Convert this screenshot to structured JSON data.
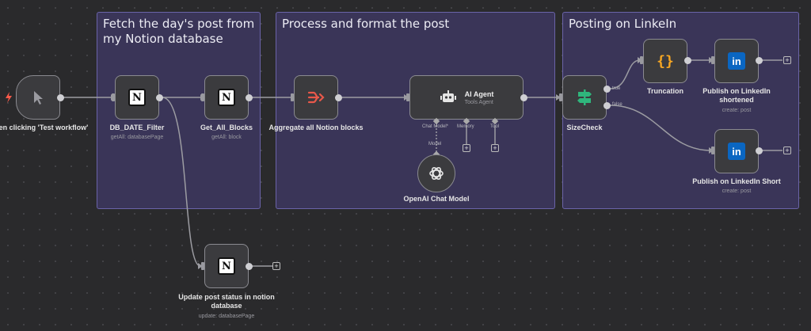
{
  "stickies": [
    {
      "title": "Fetch the day's post from my Notion database"
    },
    {
      "title": "Process and format the post"
    },
    {
      "title": "Posting on LinkeIn"
    }
  ],
  "nodes": {
    "trigger": {
      "label": "When clicking 'Test workflow'",
      "icon": "cursor-icon",
      "color": "#ff6d5a"
    },
    "db_date_filter": {
      "label": "DB_DATE_Filter",
      "sub": "getAll: databasePage",
      "icon": "notion-icon"
    },
    "get_all_blocks": {
      "label": "Get_All_Blocks",
      "sub": "getAll: block",
      "icon": "notion-icon"
    },
    "update_status": {
      "label": "Update post status in notion database",
      "sub": "update: databasePage",
      "icon": "notion-icon"
    },
    "aggregate": {
      "label": "Aggregate all Notion blocks",
      "icon": "aggregate-icon",
      "color": "#e8584a"
    },
    "ai_agent": {
      "label": "AI Agent",
      "sub": "Tools Agent",
      "icon": "robot-icon",
      "ports": {
        "chat_model": "Chat Model*",
        "memory": "Memory",
        "tool": "Tool"
      }
    },
    "openai": {
      "label": "OpenAI Chat Model",
      "port_label": "Model",
      "icon": "openai-icon"
    },
    "sizecheck": {
      "label": "SizeCheck",
      "icon": "if-icon",
      "color": "#2fb67c",
      "branch_true": "true",
      "branch_false": "false"
    },
    "truncation": {
      "label": "Truncation",
      "glyph": "{}",
      "icon": "code-icon",
      "color": "#f5a623"
    },
    "publish_shortened": {
      "label": "Publish on LinkedIn shortened",
      "sub": "create: post",
      "glyph": "in",
      "icon": "linkedin-icon"
    },
    "publish_short": {
      "label": "Publish on LinkedIn Short",
      "sub": "create: post",
      "glyph": "in",
      "icon": "linkedin-icon"
    }
  },
  "notion_glyph": "N",
  "plus_glyph": "+"
}
